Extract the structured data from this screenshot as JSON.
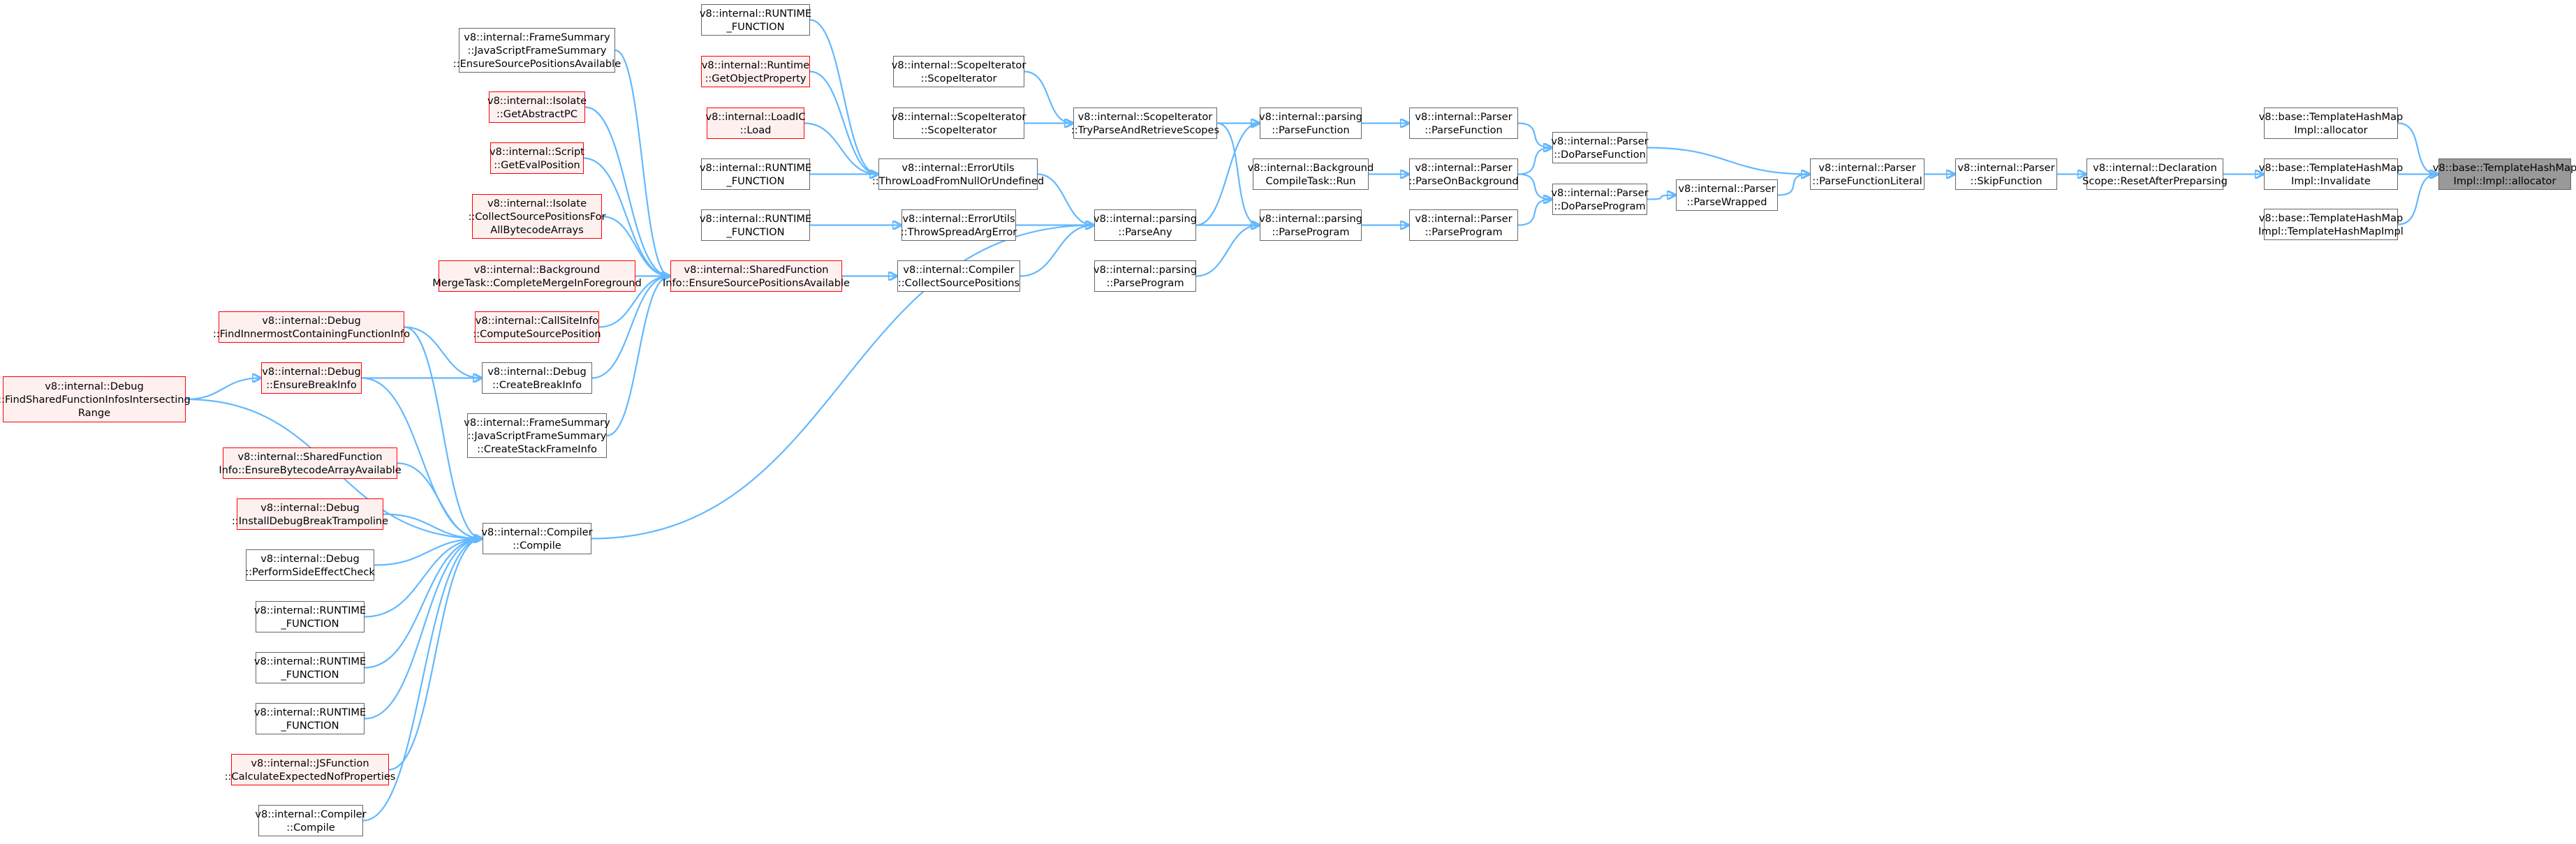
{
  "colors": {
    "edge": "#63b8ff",
    "node_border": "#666666",
    "red_border": "#ff0000",
    "red_fill": "#fff0f0",
    "root_fill": "#999999"
  },
  "nodes": {
    "root": "v8::base::TemplateHashMap\nImpl::Impl::allocator",
    "thm_allocator": "v8::base::TemplateHashMap\nImpl::allocator",
    "thm_invalidate": "v8::base::TemplateHashMap\nImpl::Invalidate",
    "thm_ctor": "v8::base::TemplateHashMap\nImpl::TemplateHashMapImpl",
    "decl_scope": "v8::internal::Declaration\nScope::ResetAfterPreparsing",
    "skip_function": "v8::internal::Parser\n::SkipFunction",
    "parse_fn_literal": "v8::internal::Parser\n::ParseFunctionLiteral",
    "do_parse_function": "v8::internal::Parser\n::DoParseFunction",
    "parse_wrapped": "v8::internal::Parser\n::ParseWrapped",
    "do_parse_program": "v8::internal::Parser\n::DoParseProgram",
    "parser_parse_function": "v8::internal::Parser\n::ParseFunction",
    "parse_on_background": "v8::internal::Parser\n::ParseOnBackground",
    "parser_parse_program": "v8::internal::Parser\n::ParseProgram",
    "parsing_parse_function": "v8::internal::parsing\n::ParseFunction",
    "bg_compile_run": "v8::internal::Background\nCompileTask::Run",
    "parsing_parse_program_a": "v8::internal::parsing\n::ParseProgram",
    "parsing_parse_any": "v8::internal::parsing\n::ParseAny",
    "parsing_parse_program_b": "v8::internal::parsing\n::ParseProgram",
    "scope_iter_try_parse": "v8::internal::ScopeIterator\n::TryParseAndRetrieveScopes",
    "scope_iter_ctor_a": "v8::internal::ScopeIterator\n::ScopeIterator",
    "scope_iter_ctor_b": "v8::internal::ScopeIterator\n::ScopeIterator",
    "error_utils_null": "v8::internal::ErrorUtils\n::ThrowLoadFromNullOrUndefined",
    "error_utils_spread": "v8::internal::ErrorUtils\n::ThrowSpreadArgError",
    "compiler_collect": "v8::internal::Compiler\n::CollectSourcePositions",
    "runtime_fn_a": "v8::internal::RUNTIME\n_FUNCTION",
    "runtime_get_obj_prop": "v8::internal::Runtime\n::GetObjectProperty",
    "load_ic_load": "v8::internal::LoadIC\n::Load",
    "runtime_fn_b": "v8::internal::RUNTIME\n_FUNCTION",
    "runtime_fn_c": "v8::internal::RUNTIME\n_FUNCTION",
    "sfi_ensure_source": "v8::internal::SharedFunction\nInfo::EnsureSourcePositionsAvailable",
    "frame_summary_ensure": "v8::internal::FrameSummary\n::JavaScriptFrameSummary\n::EnsureSourcePositionsAvailable",
    "isolate_get_abstract_pc": "v8::internal::Isolate\n::GetAbstractPC",
    "script_get_eval_position": "v8::internal::Script\n::GetEvalPosition",
    "isolate_collect_positions": "v8::internal::Isolate\n::CollectSourcePositionsFor\nAllBytecodeArrays",
    "bg_merge_task": "v8::internal::Background\nMergeTask::CompleteMergeInForeground",
    "callsite_compute": "v8::internal::CallSiteInfo\n::ComputeSourcePosition",
    "debug_create_break_info": "v8::internal::Debug\n::CreateBreakInfo",
    "frame_summary_create": "v8::internal::FrameSummary\n::JavaScriptFrameSummary\n::CreateStackFrameInfo",
    "debug_find_innermost": "v8::internal::Debug\n::FindInnermostContainingFunctionInfo",
    "debug_ensure_break_info": "v8::internal::Debug\n::EnsureBreakInfo",
    "debug_find_shared": "v8::internal::Debug\n::FindSharedFunctionInfosIntersecting\nRange",
    "compiler_compile_main": "v8::internal::Compiler\n::Compile",
    "sfi_ensure_bytecode": "v8::internal::SharedFunction\nInfo::EnsureBytecodeArrayAvailable",
    "debug_install_trampoline": "v8::internal::Debug\n::InstallDebugBreakTrampoline",
    "debug_side_effect": "v8::internal::Debug\n::PerformSideEffectCheck",
    "runtime_fn_d": "v8::internal::RUNTIME\n_FUNCTION",
    "runtime_fn_e": "v8::internal::RUNTIME\n_FUNCTION",
    "runtime_fn_f": "v8::internal::RUNTIME\n_FUNCTION",
    "jsfunction_calc": "v8::internal::JSFunction\n::CalculateExpectedNofProperties",
    "compiler_compile_other": "v8::internal::Compiler\n::Compile"
  }
}
